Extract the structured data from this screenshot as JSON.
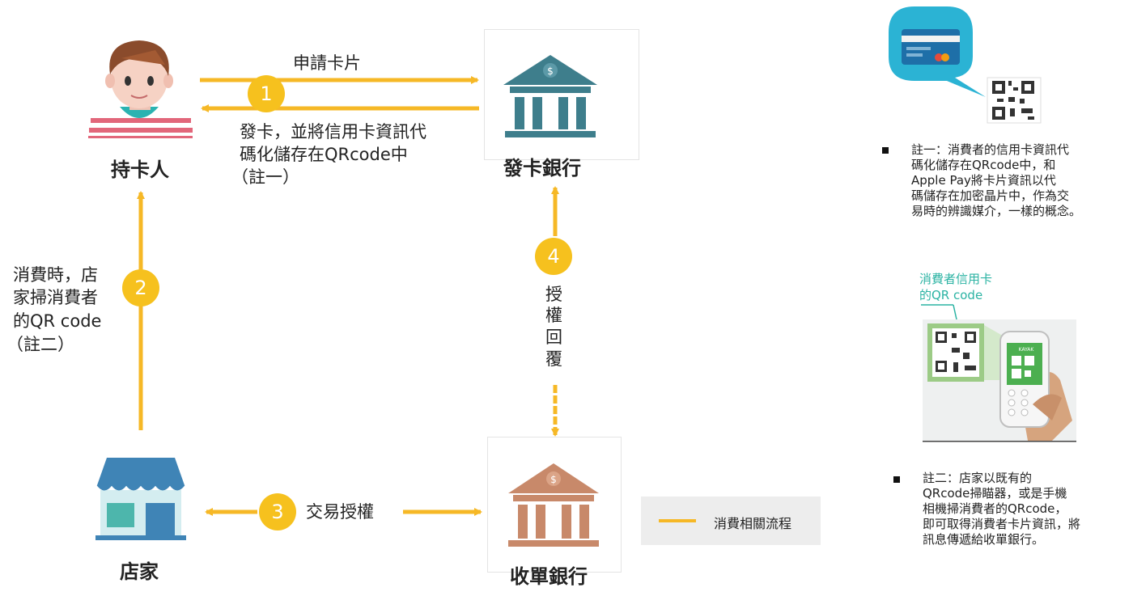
{
  "nodes": {
    "cardholder": "持卡人",
    "issuing_bank": "發卡銀行",
    "merchant": "店家",
    "acquiring_bank": "收單銀行"
  },
  "steps": {
    "s1": "1",
    "s2": "2",
    "s3": "3",
    "s4": "4"
  },
  "labels": {
    "apply_card": "申請卡片",
    "issue_line1": "發卡，並將信用卡資訊代",
    "issue_line2": "碼化儲存在QRcode中",
    "issue_line3": "（註一）",
    "scan_line1": "消費時，店",
    "scan_line2": "家掃消費者",
    "scan_line3": "的QR code",
    "scan_line4": "（註二）",
    "auth_reply": [
      "授",
      "權",
      "回",
      "覆"
    ],
    "trade_auth": "交易授權"
  },
  "legend": {
    "text": "消費相關流程",
    "color": "#F6B826"
  },
  "notes": {
    "note1_lines": [
      "註一：消費者的信用卡資訊代",
      "碼化儲存在QRcode中，和",
      "Apple Pay將卡片資訊以代",
      "碼儲存在加密晶片中，作為交",
      "易時的辨識媒介，一樣的概念。"
    ],
    "qr_caption_line1": "消費者信用卡",
    "qr_caption_line2": "的QR code",
    "note2_lines": [
      "註二：店家以既有的",
      "QRcode掃瞄器，或是手機",
      "相機掃消費者的QRcode，",
      "即可取得消費者卡片資訊，將",
      "訊息傳遞給收單銀行。"
    ]
  },
  "colors": {
    "arrow": "#F6B826",
    "badge": "#F6C11E",
    "issuing_bank": "#3E7E8C",
    "acquiring_bank": "#C8896A",
    "store_awning": "#3F84B6"
  }
}
